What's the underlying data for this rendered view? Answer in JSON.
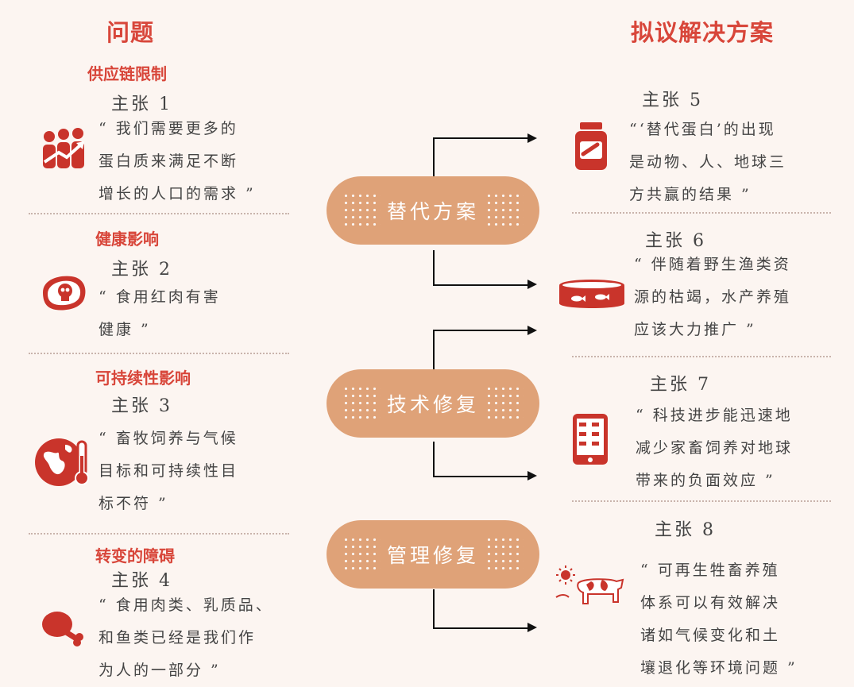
{
  "headers": {
    "problems": "问题",
    "solutions": "拟议解决方案"
  },
  "problems": [
    {
      "section": "供应链限制",
      "claim": "主张 1",
      "quote": "“ 我们需要更多的\n蛋白质来满足不断\n增长的人口的需求 ”",
      "icon": "people-growth-icon"
    },
    {
      "section": "健康影响",
      "claim": "主张 2",
      "quote": "“ 食用红肉有害\n健康 ”",
      "icon": "meat-skull-icon"
    },
    {
      "section": "可持续性影响",
      "claim": "主张 3",
      "quote": "“ 畜牧饲养与气候\n目标和可持续性目\n标不符 ”",
      "icon": "globe-thermometer-icon"
    },
    {
      "section": "转变的障碍",
      "claim": "主张 4",
      "quote": "“ 食用肉类、乳质品、\n和鱼类已经是我们作\n为人的一部分 ”",
      "icon": "drumstick-icon"
    }
  ],
  "fixes": [
    {
      "label": "替代方案"
    },
    {
      "label": "技术修复"
    },
    {
      "label": "管理修复"
    }
  ],
  "solutions": [
    {
      "claim": "主张 5",
      "quote": "“‘替代蛋白’的出现\n是动物、人、地球三\n方共赢的结果 ”",
      "icon": "protein-jar-icon"
    },
    {
      "claim": "主张 6",
      "quote": "“ 伴随着野生渔类资\n源的枯竭，水产养殖\n应该大力推广 ”",
      "icon": "fish-tank-icon"
    },
    {
      "claim": "主张 7",
      "quote": "“ 科技进步能迅速地\n减少家畜饲养对地球\n带来的负面效应 ”",
      "icon": "tablet-livestock-icon"
    },
    {
      "claim": "主张 8",
      "quote": "“ 可再生牲畜养殖\n体系可以有效解决\n诸如气候变化和土\n壤退化等环境问题 ”",
      "icon": "cow-sun-icon"
    }
  ],
  "colors": {
    "accent": "#d8463a",
    "bandage": "#dfa278",
    "background": "#fcf5f1"
  }
}
